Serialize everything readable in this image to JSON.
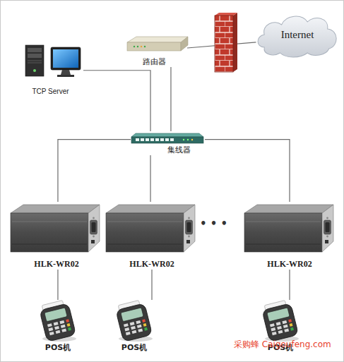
{
  "diagram": {
    "nodes": [
      {
        "text": [
          "TCP Server"
        ]
      },
      {
        "text": [
          "路由器"
        ]
      },
      {
        "text": [
          "Internet"
        ]
      },
      {
        "text": [
          "集线器"
        ]
      },
      {
        "text": [
          "HLK-WR02"
        ]
      },
      {
        "text": [
          "HLK-WR02"
        ]
      },
      {
        "text": [
          "HLK-WR02"
        ]
      },
      {
        "text": [
          "POS机"
        ]
      },
      {
        "text": [
          "POS机"
        ]
      },
      {
        "text": [
          "POS机"
        ]
      }
    ],
    "edges": [
      {
        "from": 0,
        "to": 3,
        "arrow": "none"
      },
      {
        "from": 1,
        "to": 3,
        "arrow": "none"
      },
      {
        "from": 1,
        "to": 2,
        "arrow": "none"
      },
      {
        "from": 3,
        "to": 4,
        "arrow": "none"
      },
      {
        "from": 3,
        "to": 5,
        "arrow": "none"
      },
      {
        "from": 3,
        "to": 6,
        "arrow": "none"
      },
      {
        "from": 4,
        "to": 7,
        "arrow": "none"
      },
      {
        "from": 5,
        "to": 8,
        "arrow": "none"
      },
      {
        "from": 6,
        "to": 9,
        "arrow": "none"
      }
    ],
    "labels": [
      "• • •",
      "采购蜂 Caigoufeng.com"
    ]
  }
}
